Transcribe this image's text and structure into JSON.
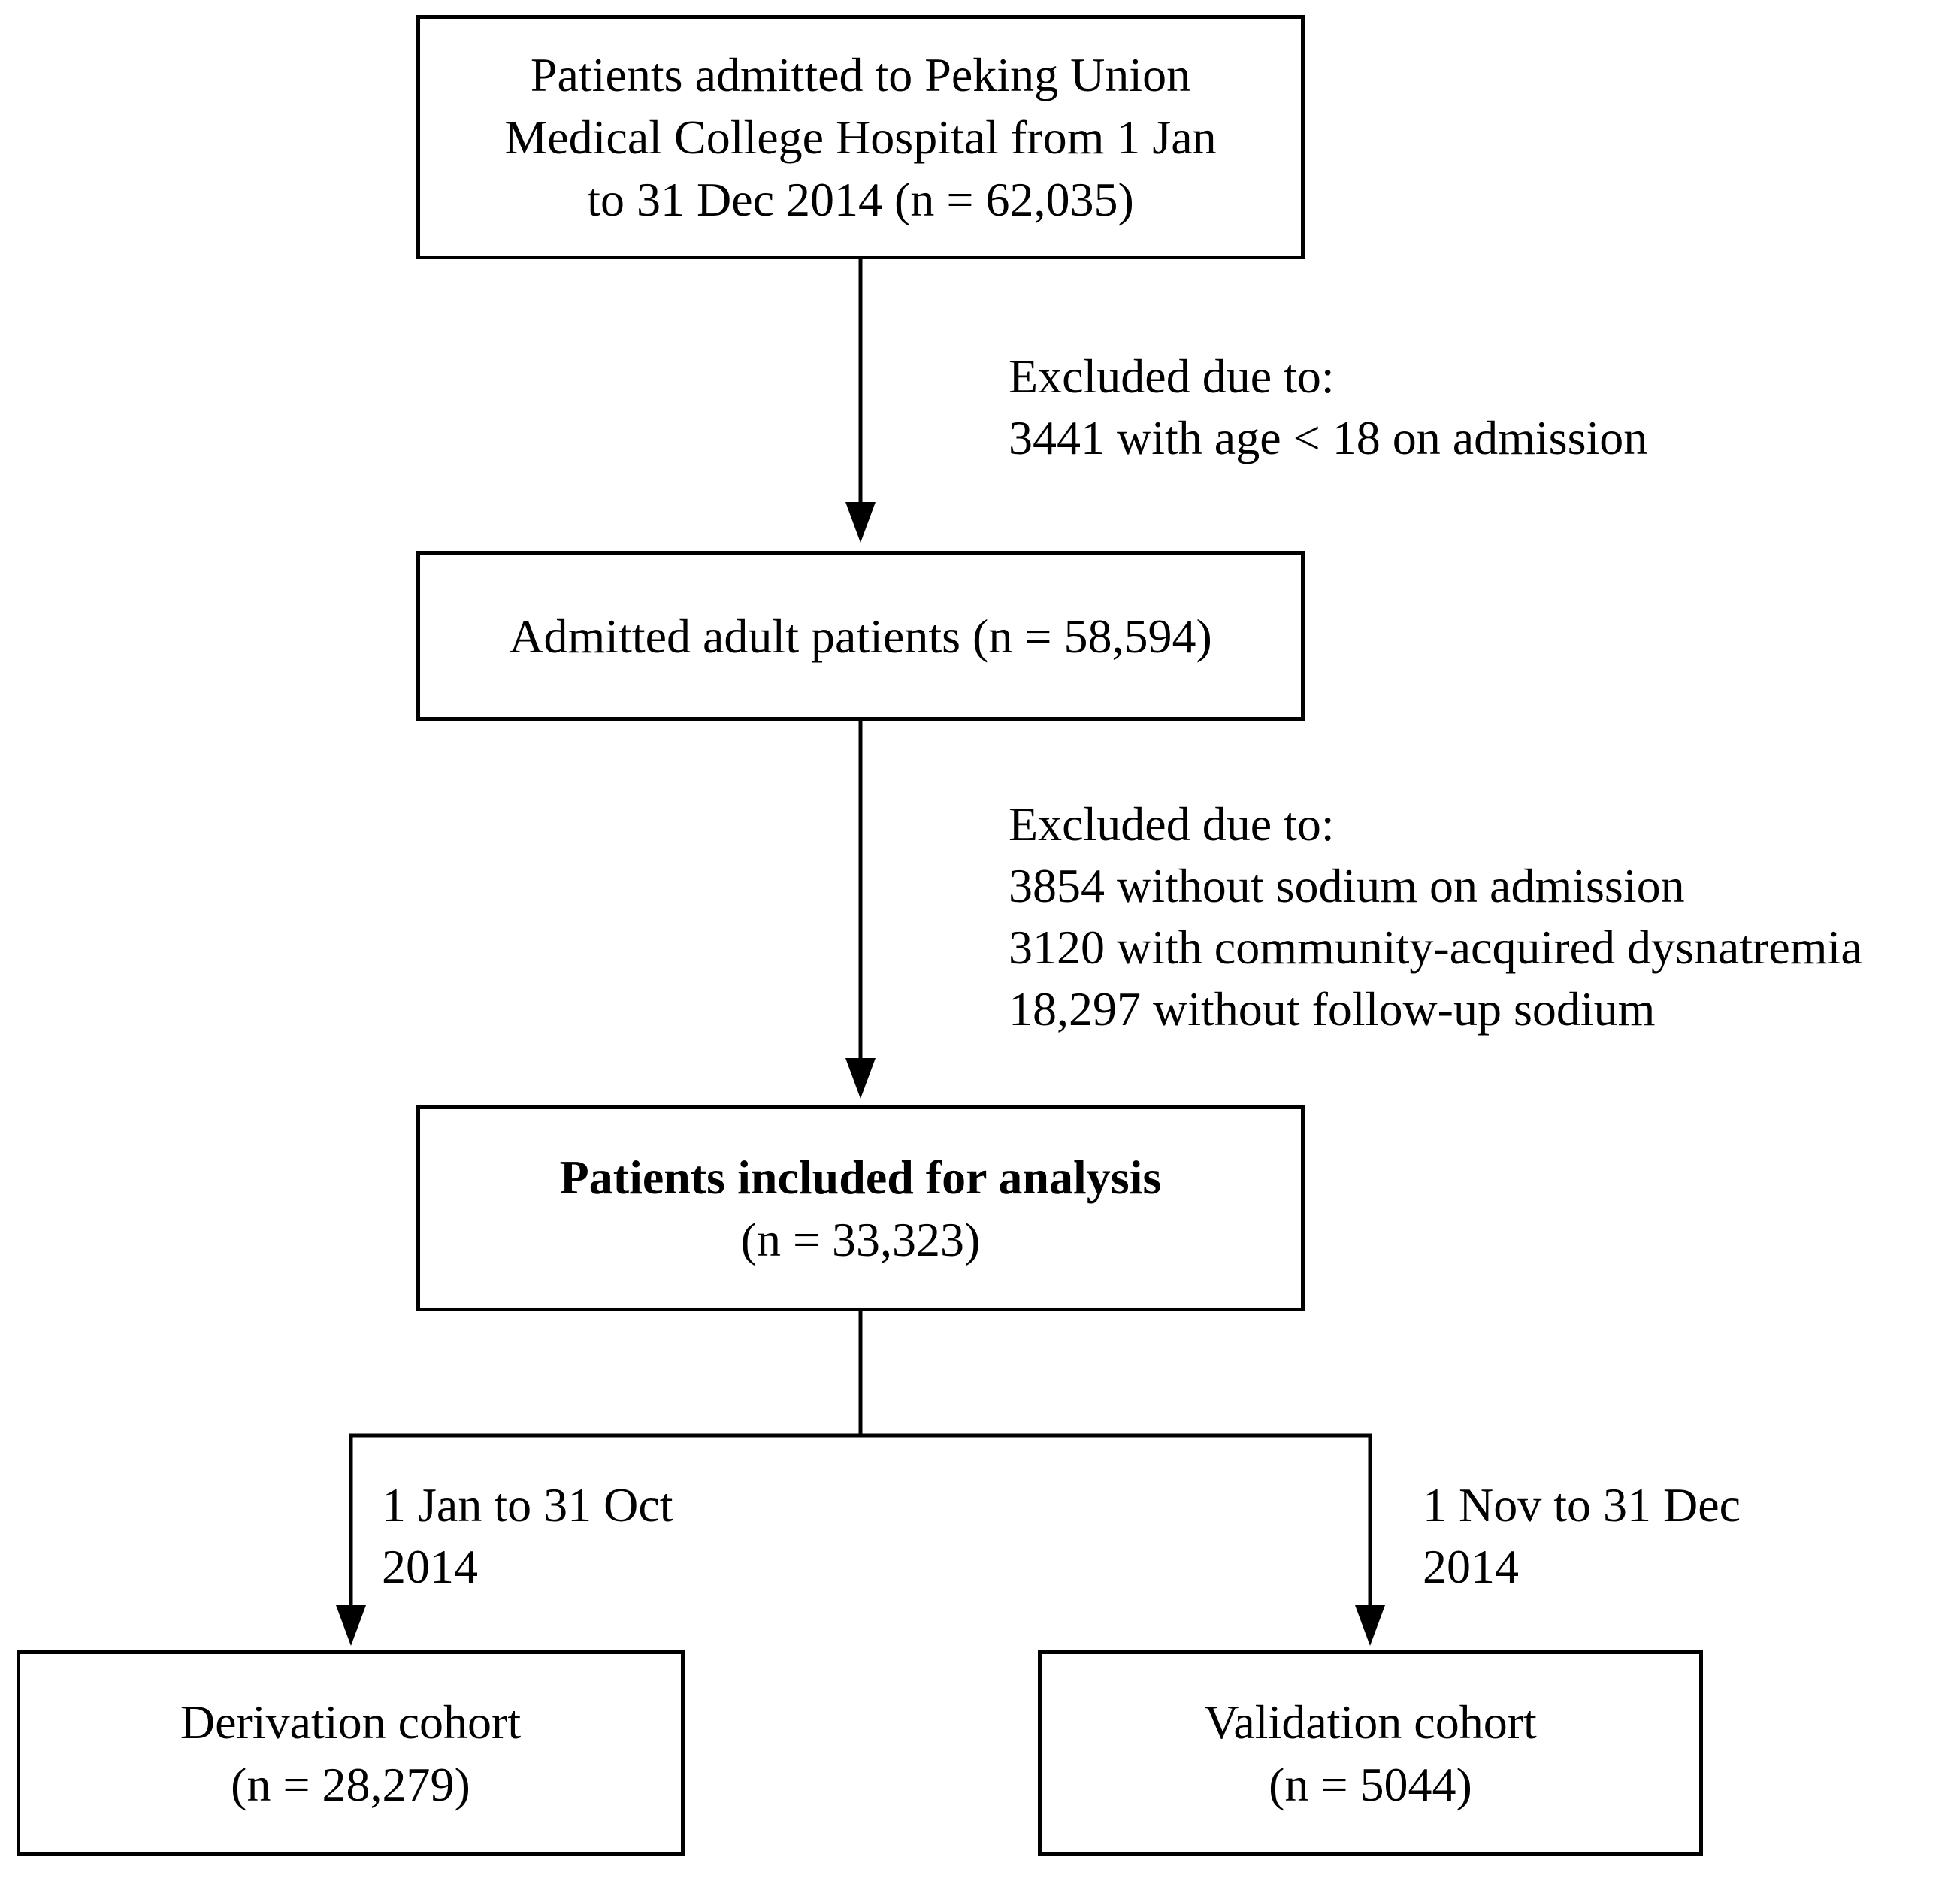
{
  "boxes": {
    "admitted": {
      "lines": [
        "Patients admitted to Peking Union",
        "Medical College Hospital from 1 Jan",
        "to 31 Dec 2014 (n = 62,035)"
      ]
    },
    "adults": {
      "lines": [
        "Admitted adult patients (n = 58,594)"
      ]
    },
    "included": {
      "title": "Patients included for analysis",
      "count": "(n = 33,323)"
    },
    "derivation": {
      "title": "Derivation cohort",
      "count": "(n = 28,279)"
    },
    "validation": {
      "title": "Validation cohort",
      "count": "(n = 5044)"
    }
  },
  "exclusions": {
    "first": {
      "heading": "Excluded due to:",
      "items": [
        "3441 with age  < 18 on admission"
      ]
    },
    "second": {
      "heading": "Excluded due to:",
      "items": [
        "3854 without sodium on admission",
        "3120 with community-acquired dysnatremia",
        "18,297 without follow-up sodium"
      ]
    }
  },
  "branches": {
    "left": [
      "1 Jan to 31 Oct",
      "2014"
    ],
    "right": [
      "1 Nov to 31 Dec",
      "2014"
    ]
  }
}
